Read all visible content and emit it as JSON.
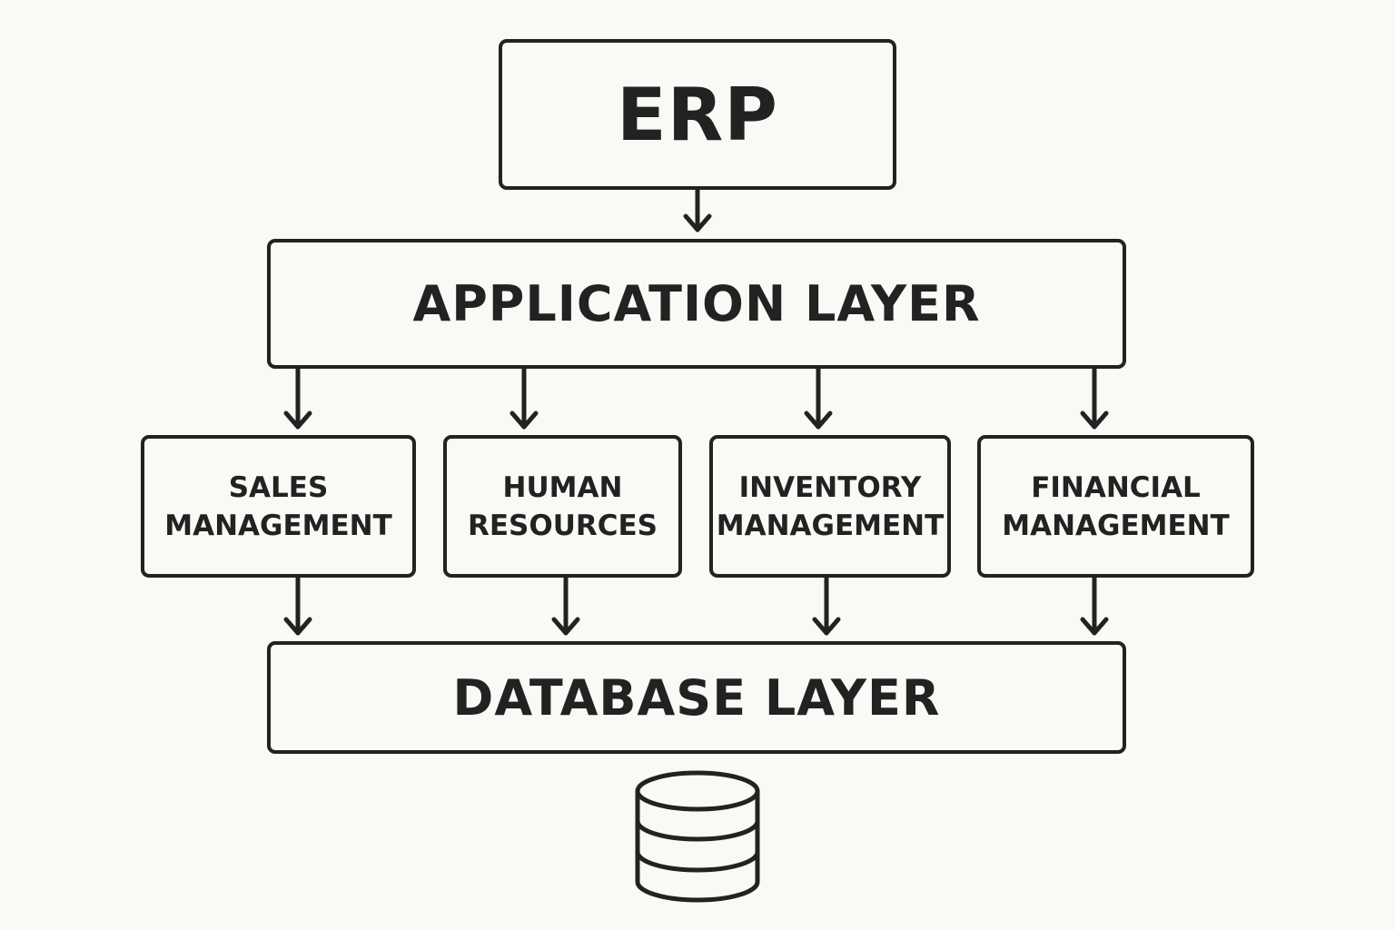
{
  "diagram": {
    "top": {
      "label": "ERP"
    },
    "application_layer": {
      "label": "APPLICATION LAYER"
    },
    "modules": [
      {
        "line1": "SALES",
        "line2": "MANAGEMENT"
      },
      {
        "line1": "HUMAN",
        "line2": "RESOURCES"
      },
      {
        "line1": "INVENTORY",
        "line2": "MANAGEMENT"
      },
      {
        "line1": "FINANCIAL",
        "line2": "MANAGEMENT"
      }
    ],
    "database_layer": {
      "label": "DATABASE LAYER"
    },
    "database_icon": "database-icon"
  },
  "colors": {
    "background": "#faf9f5",
    "stroke": "#222222"
  }
}
